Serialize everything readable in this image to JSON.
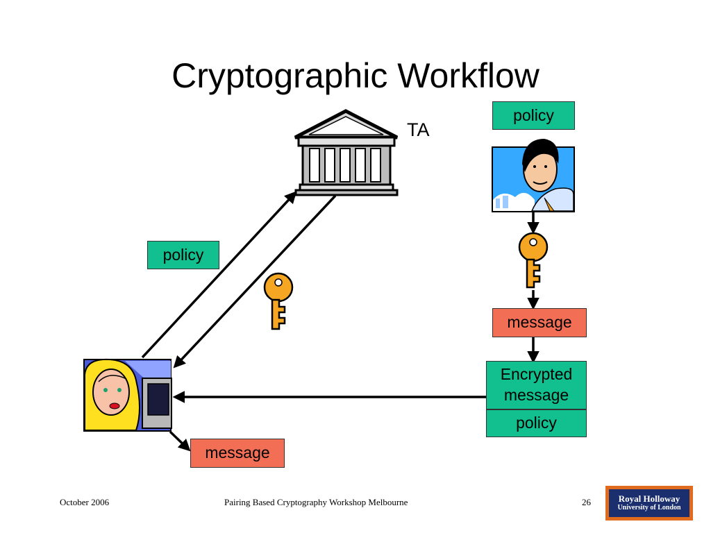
{
  "slide": {
    "title": "Cryptographic Workflow",
    "ta_label": "TA"
  },
  "boxes": {
    "policy_top": "policy",
    "policy_left": "policy",
    "message_right": "message",
    "encrypted_message": "Encrypted message",
    "policy_encrypted": "policy",
    "message_bottom": "message"
  },
  "footer": {
    "date": "October 2006",
    "event": "Pairing Based Cryptography Workshop Melbourne",
    "page_number": "26",
    "logo_line1": "Royal Holloway",
    "logo_line2": "University of London"
  },
  "colors": {
    "policy_box": "#11c08e",
    "message_box": "#f26e55",
    "key": "#f5a623",
    "logo_blue": "#1b2f6e",
    "logo_orange": "#e06b1f"
  }
}
